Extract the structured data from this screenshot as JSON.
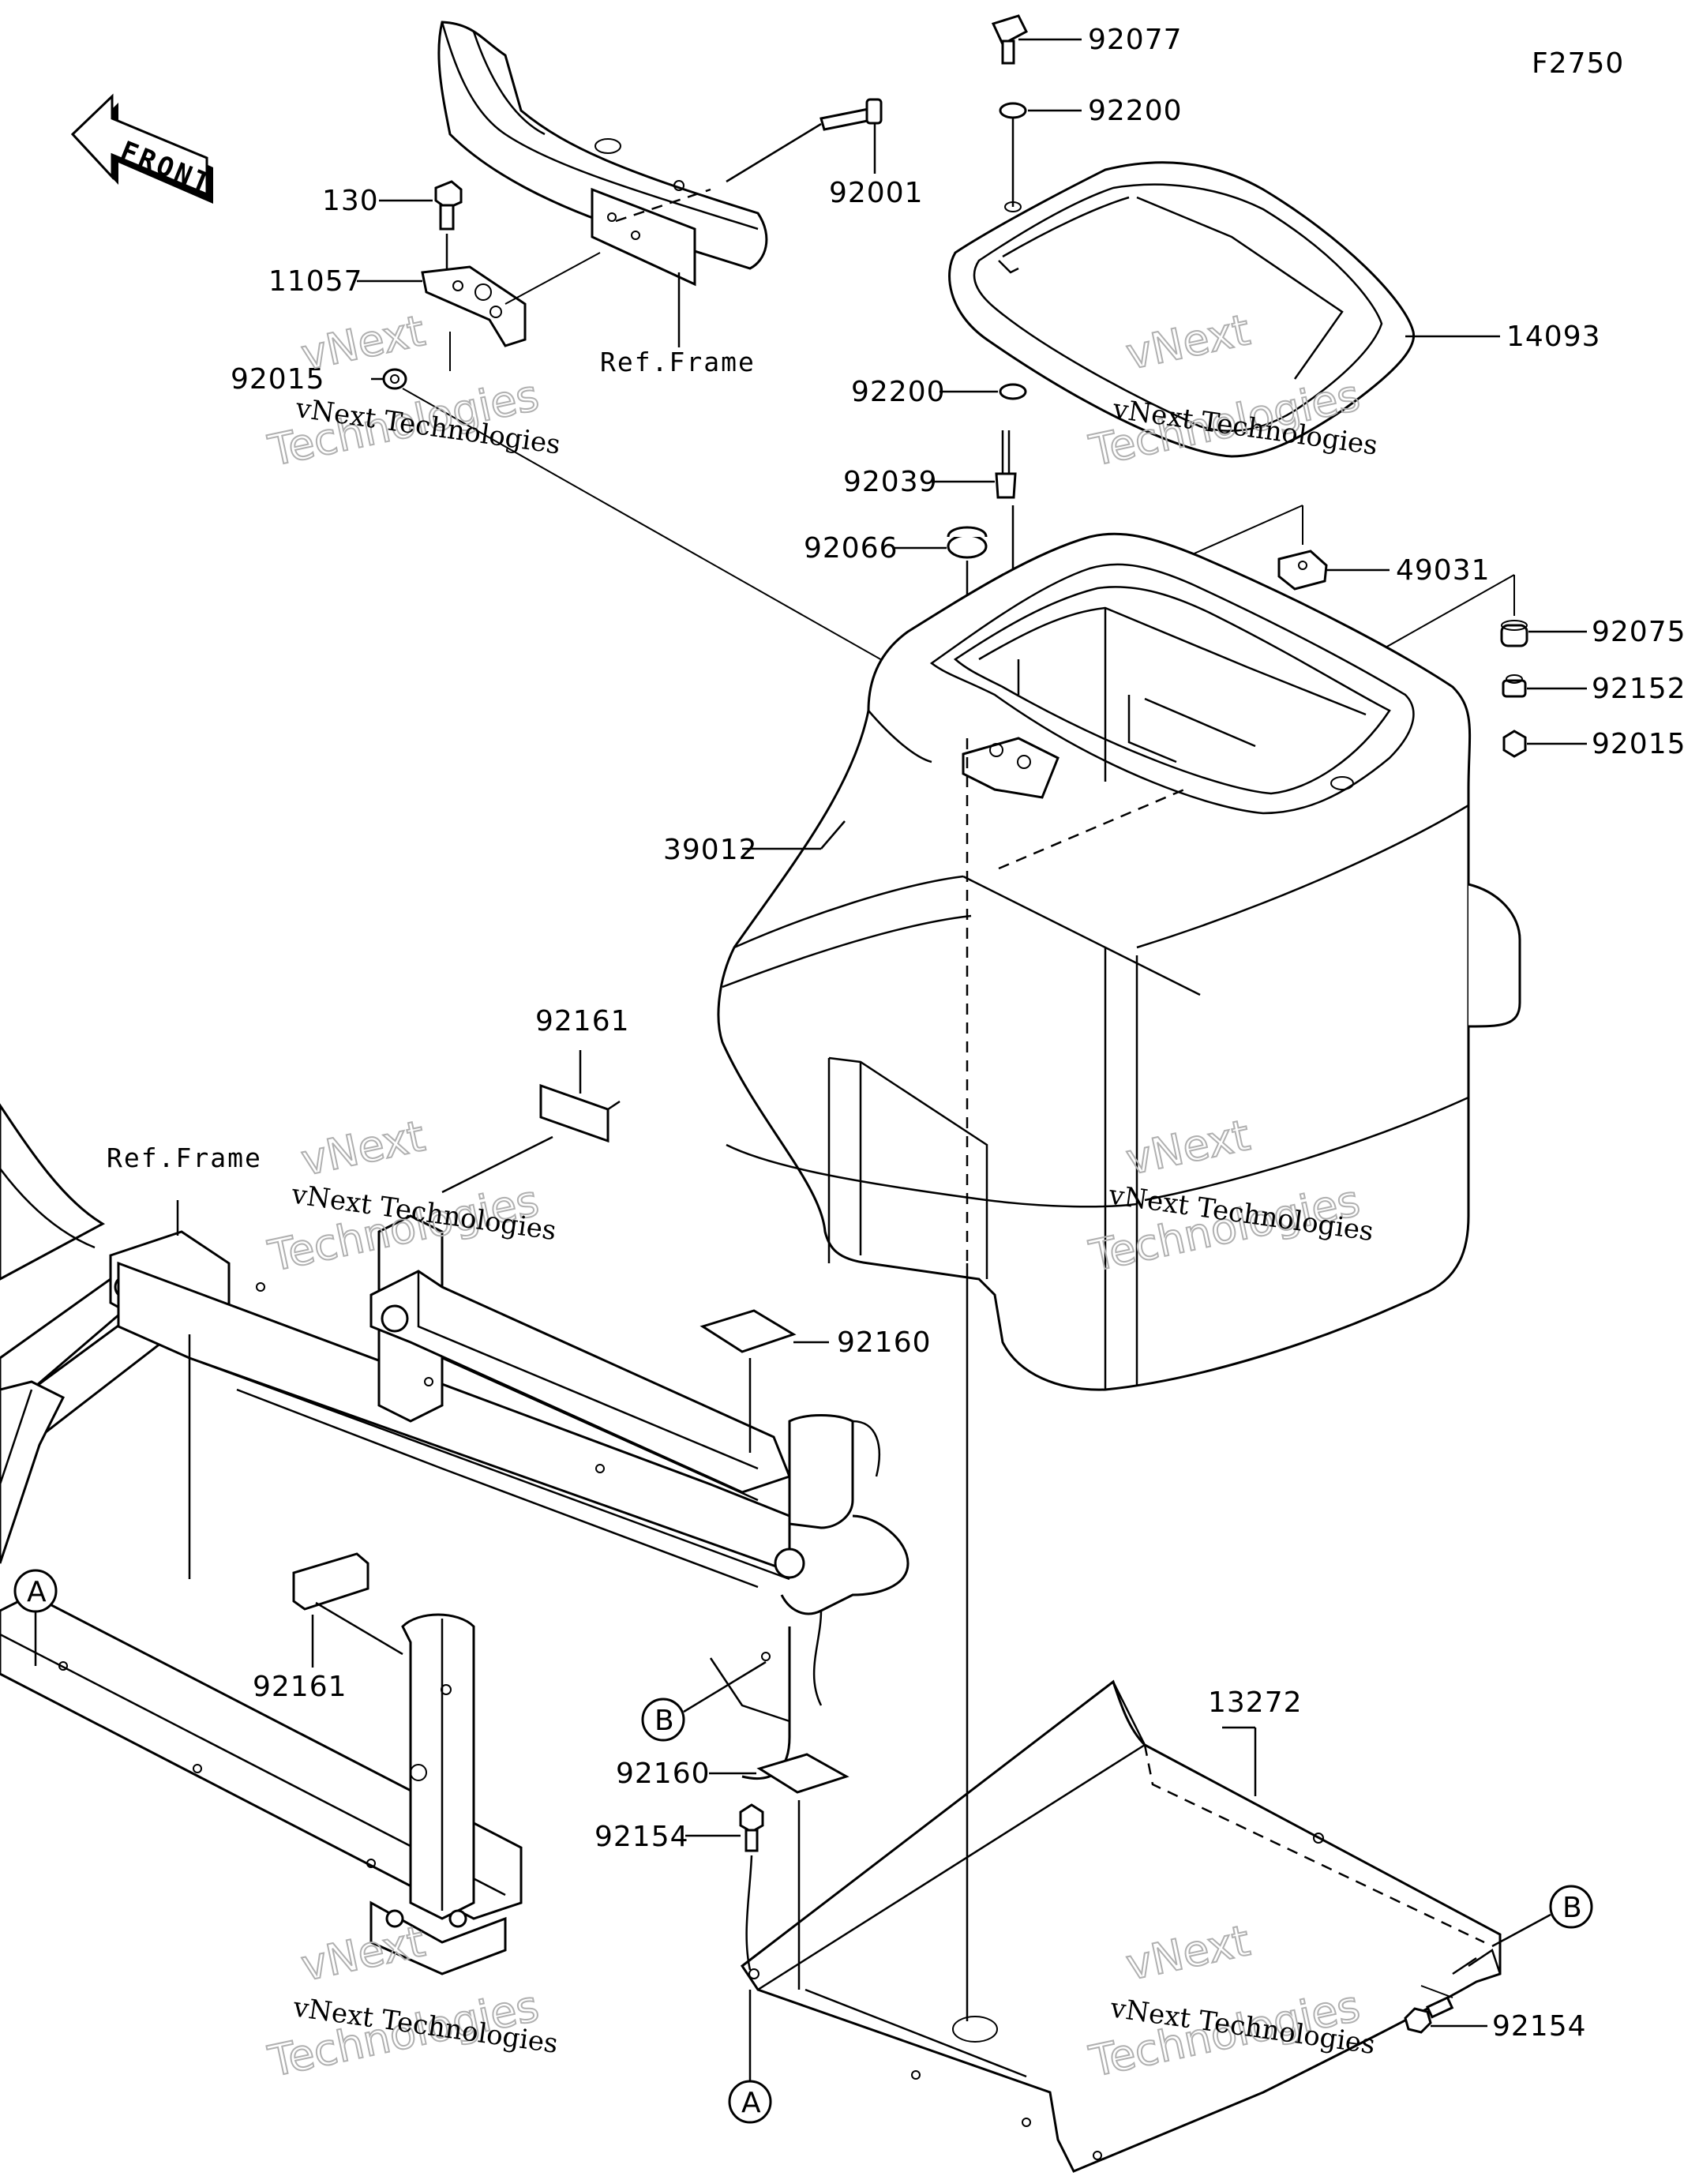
{
  "figure_code": "F2750",
  "front_label": "FRONT",
  "ref_frame": "Ref.Frame",
  "watermark": {
    "line1": "vNext Technologies",
    "line2": "vNext",
    "line3": "Technologies"
  },
  "callouts": {
    "a": "A",
    "b": "B"
  },
  "parts": {
    "p92077": "92077",
    "p92200a": "92200",
    "p92001": "92001",
    "p130": "130",
    "p11057": "11057",
    "p92015a": "92015",
    "p14093": "14093",
    "p92200b": "92200",
    "p92039": "92039",
    "p92066": "92066",
    "p49031": "49031",
    "p92075": "92075",
    "p92152": "92152",
    "p92015b": "92015",
    "p39012": "39012",
    "p92161a": "92161",
    "p92160a": "92160",
    "p92161b": "92161",
    "p13272": "13272",
    "p92160b": "92160",
    "p92154a": "92154",
    "p92154b": "92154"
  }
}
